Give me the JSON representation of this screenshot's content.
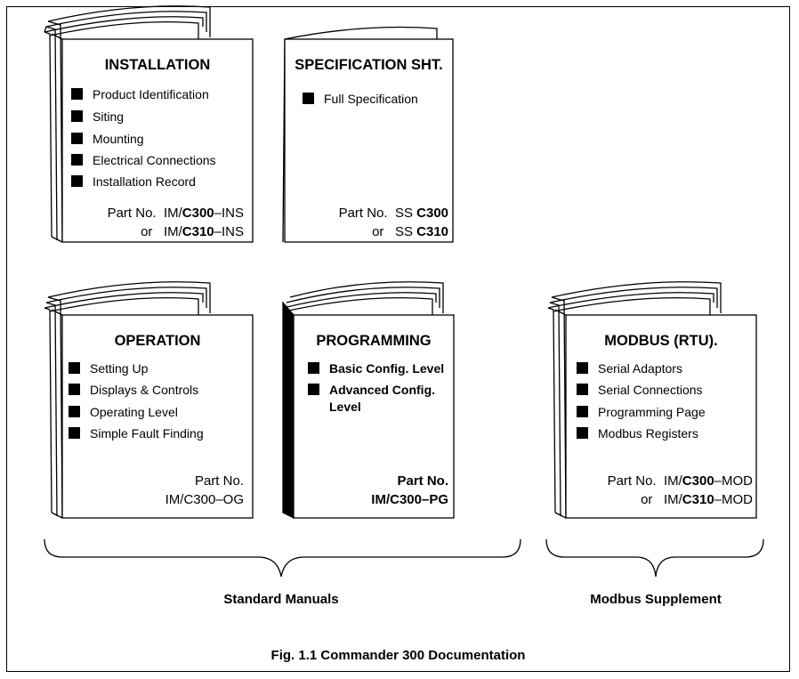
{
  "manuals": [
    {
      "id": "installation",
      "title": "INSTALLATION",
      "items": [
        "Product Identification",
        "Siting",
        "Mounting",
        "Electrical Connections",
        "Installation Record"
      ],
      "part_lines": [
        {
          "label": "Part No.",
          "prefix": "IM/",
          "code": "C300",
          "suffix": "–INS"
        },
        {
          "label": "or",
          "prefix": "IM/",
          "code": "C310",
          "suffix": "–INS"
        }
      ]
    },
    {
      "id": "specification",
      "title": "SPECIFICATION SHT.",
      "items": [
        "Full Specification"
      ],
      "part_lines": [
        {
          "label": "Part No.",
          "prefix": "SS ",
          "code": "C300",
          "suffix": ""
        },
        {
          "label": "or",
          "prefix": "SS ",
          "code": "C310",
          "suffix": ""
        }
      ]
    },
    {
      "id": "operation",
      "title": "OPERATION",
      "items": [
        "Setting Up",
        "Displays & Controls",
        "Operating Level",
        "Simple Fault Finding"
      ],
      "part_label": "Part No.",
      "part_number": "IM/C300–OG"
    },
    {
      "id": "programming",
      "title": "PROGRAMMING",
      "items": [
        "Basic Config. Level",
        "Advanced Config.",
        "Level"
      ],
      "part_label": "Part No.",
      "part_number": "IM/C300–PG"
    },
    {
      "id": "modbus",
      "title": "MODBUS (RTU).",
      "items": [
        "Serial Adaptors",
        "Serial Connections",
        "Programming Page",
        "Modbus Registers"
      ],
      "part_lines": [
        {
          "label": "Part No.",
          "prefix": "IM/",
          "code": "C300",
          "suffix": "–MOD"
        },
        {
          "label": "or",
          "prefix": "IM/",
          "code": "C310",
          "suffix": "–MOD"
        }
      ]
    }
  ],
  "groups": {
    "standard": "Standard Manuals",
    "modbus": "Modbus Supplement"
  },
  "caption": "Fig. 1.1 Commander 300 Documentation"
}
